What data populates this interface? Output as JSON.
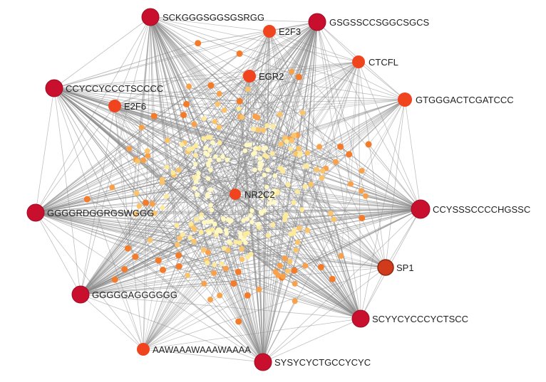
{
  "network": {
    "colors": {
      "edge": "#8c8c8c",
      "hub": "#c8102e",
      "hub_stroke": "#a00d25",
      "tf_orange": "#f0441f",
      "sp1": "#d23a1c",
      "small_orange": "#f47b2a",
      "light_orange": "#f9a04a",
      "peach": "#fbc46b",
      "pale_yellow": "#fdea9c",
      "cream": "#fff8c4"
    },
    "labeled_nodes": [
      {
        "id": "sckg",
        "label": "SCKGGGSGGSGSRGG",
        "kind": "hub"
      },
      {
        "id": "gsgss",
        "label": "GSGSSCCSGGCSGCS",
        "kind": "hub"
      },
      {
        "id": "e2f3",
        "label": "E2F3",
        "kind": "tf"
      },
      {
        "id": "ctcfl",
        "label": "CTCFL",
        "kind": "tf"
      },
      {
        "id": "egr2",
        "label": "EGR2",
        "kind": "tf"
      },
      {
        "id": "ccyc",
        "label": "CCYCCYCCCTSCCCC",
        "kind": "hub"
      },
      {
        "id": "gtggg",
        "label": "GTGGGACTCGATCCC",
        "kind": "tf"
      },
      {
        "id": "e2f6",
        "label": "E2F6",
        "kind": "tf"
      },
      {
        "id": "nr2c2",
        "label": "NR2C2",
        "kind": "tf"
      },
      {
        "id": "ggggr",
        "label": "GGGGRDGGRGSWGGG",
        "kind": "hub"
      },
      {
        "id": "ccyss",
        "label": "CCYSSSCCCCHGSSC",
        "kind": "hub"
      },
      {
        "id": "sp1",
        "label": "SP1",
        "kind": "sp1"
      },
      {
        "id": "ggggg",
        "label": "GGGGGAGGGGGG",
        "kind": "hub"
      },
      {
        "id": "scyyc",
        "label": "SCYYCYCCCYCTSCC",
        "kind": "hub"
      },
      {
        "id": "aawa",
        "label": "AAWAAAWAAAWAAAA",
        "kind": "tf"
      },
      {
        "id": "sysyc",
        "label": "SYSYCYCTGCCYCYC",
        "kind": "hub"
      }
    ]
  }
}
